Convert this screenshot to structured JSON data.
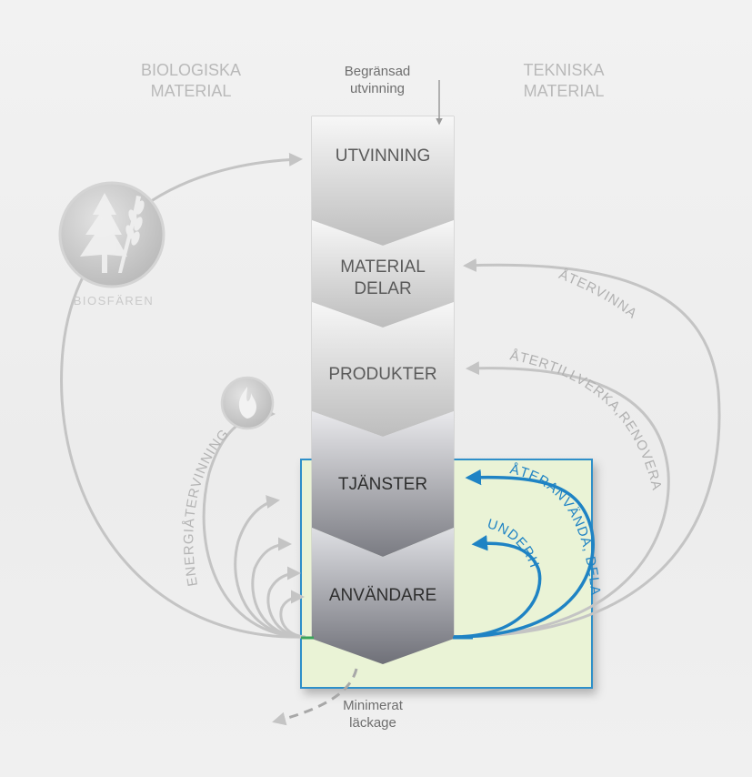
{
  "headers": {
    "biological": [
      "BIOLOGISKA",
      "MATERIAL"
    ],
    "technical": [
      "TEKNISKA",
      "MATERIAL"
    ]
  },
  "top_note": [
    "Begränsad",
    "utvinning"
  ],
  "bottom_note": [
    "Minimerat",
    "läckage"
  ],
  "biosphere_label": "BIOSFÄREN",
  "stages": [
    {
      "label_1": "UTVINNING",
      "label_2": ""
    },
    {
      "label_1": "MATERIAL",
      "label_2": "DELAR"
    },
    {
      "label_1": "PRODUKTER",
      "label_2": ""
    },
    {
      "label_1": "TJÄNSTER",
      "label_2": ""
    },
    {
      "label_1": "ANVÄNDARE",
      "label_2": ""
    }
  ],
  "loops": {
    "energy_recovery": "ENERGIÅTERVINNING",
    "recycle": "ÅTERVINNA",
    "remanufacture": "ÅTERTILLVERKA,RENOVERA",
    "reuse_share": "ÅTERANVÄNDA, DELA",
    "maintain": "UNDERHÅLL"
  },
  "icons": {
    "biosphere": "tree-and-wheat-icon",
    "energy": "flame-icon"
  },
  "colors": {
    "gray_loop": "#c4c4c4",
    "blue_loop": "#1f83c4",
    "highlight_box_fill": "#eaf3d6",
    "highlight_box_border": "#2e8fc9",
    "header_text": "#b9b9b9"
  }
}
